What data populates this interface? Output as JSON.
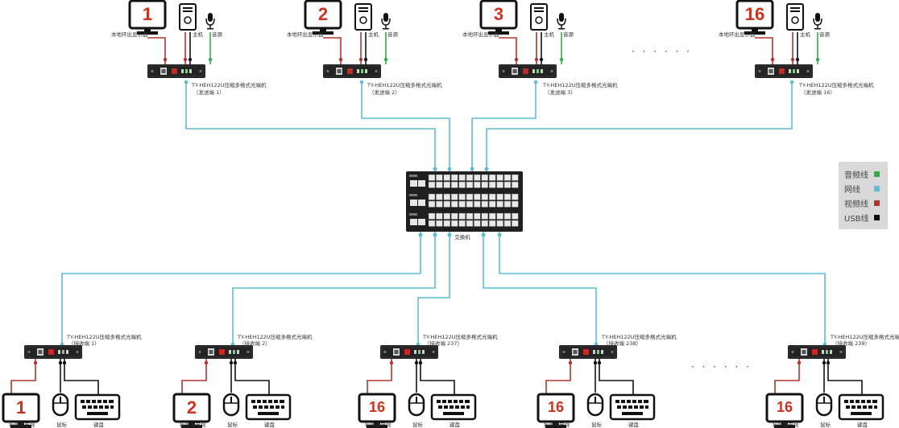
{
  "transmitters": [
    {
      "number": "1",
      "label_monitor": "本地环出显示器",
      "label_host": "主机",
      "label_audio": "音源",
      "device_name": "TY-HEH122U压缩多格式光端机",
      "device_role": "（发送端 1）"
    },
    {
      "number": "2",
      "label_monitor": "本地环出显示器",
      "label_host": "主机",
      "label_audio": "音源",
      "device_name": "TY-HEH122U压缩多格式光端机",
      "device_role": "（发送端 2）"
    },
    {
      "number": "3",
      "label_monitor": "本地环出显示器",
      "label_host": "主机",
      "label_audio": "音源",
      "device_name": "TY-HEH122U压缩多格式光端机",
      "device_role": "（发送端 3）"
    },
    {
      "number": "16",
      "label_monitor": "本地环出显示器",
      "label_host": "主机",
      "label_audio": "音源",
      "device_name": "TY-HEH122U压缩多格式光端机",
      "device_role": "（发送端 16）"
    }
  ],
  "receivers": [
    {
      "number": "1",
      "device_name": "TY-HEH122U压缩多格式光端机",
      "device_role": "（接收端 1）",
      "label_monitor": "接收端电视",
      "label_mouse": "鼠标",
      "label_keyboard": "键盘"
    },
    {
      "number": "2",
      "device_name": "TY-HEH122U压缩多格式光端机",
      "device_role": "（接收端 2）",
      "label_monitor": "接收端电视",
      "label_mouse": "鼠标",
      "label_keyboard": "键盘"
    },
    {
      "number": "16",
      "device_name": "TY-HEH122U压缩多格式光端机",
      "device_role": "（接收端 237）",
      "label_monitor": "接收端电视",
      "label_mouse": "鼠标",
      "label_keyboard": "键盘"
    },
    {
      "number": "16",
      "device_name": "TY-HEH122U压缩多格式光端机",
      "device_role": "（接收端 238）",
      "label_monitor": "接收端电视",
      "label_mouse": "鼠标",
      "label_keyboard": "键盘"
    },
    {
      "number": "16",
      "device_name": "TY-HEH122U压缩多格式光端机",
      "device_role": "（接收端 239）",
      "label_monitor": "接收端电视",
      "label_mouse": "鼠标",
      "label_keyboard": "键盘"
    }
  ],
  "switch": {
    "label": "交换机"
  },
  "ellipsis_top": "· · · · · ·",
  "ellipsis_bottom": "· · · · · ·",
  "legend": [
    {
      "label": "音频线",
      "color": "#2fae4a",
      "icon": "audio-cable-swatch"
    },
    {
      "label": "网线",
      "color": "#5bbdd6",
      "icon": "network-cable-swatch"
    },
    {
      "label": "视频线",
      "color": "#b3332b",
      "icon": "video-cable-swatch"
    },
    {
      "label": "USB线",
      "color": "#111111",
      "icon": "usb-cable-swatch"
    }
  ],
  "colors": {
    "network": "#5bbdd6",
    "video": "#b3332b",
    "audio": "#2fae4a",
    "usb": "#111111",
    "legend_bg": "#d9d9d9"
  }
}
